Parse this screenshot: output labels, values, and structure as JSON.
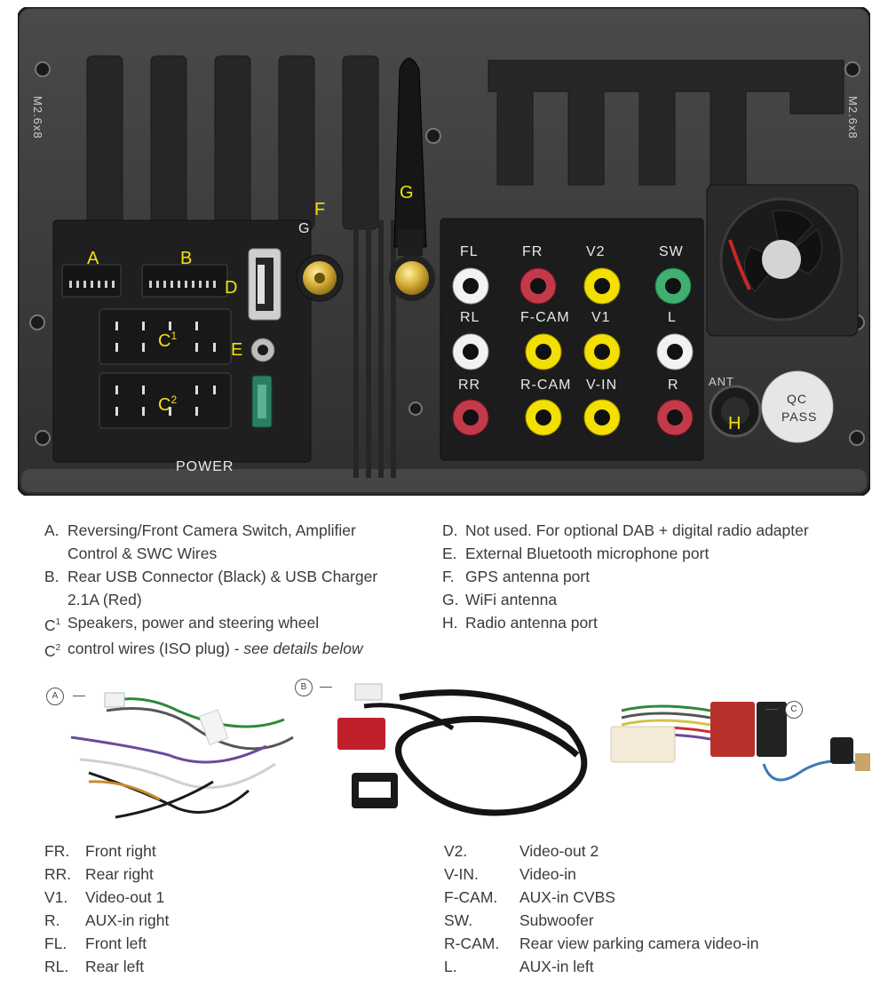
{
  "unit": {
    "port_letters": {
      "a": "A",
      "b": "B",
      "c1": "C",
      "c1_sup": "1",
      "c2": "C",
      "c2_sup": "2",
      "d": "D",
      "e": "E",
      "f": "F",
      "g": "G",
      "g_small": "G",
      "h": "H"
    },
    "rca_labels": {
      "fl": "FL",
      "fr": "FR",
      "v2": "V2",
      "sw": "SW",
      "rl": "RL",
      "fcam": "F-CAM",
      "v1": "V1",
      "l": "L",
      "rr": "RR",
      "rcam": "R-CAM",
      "vin": "V-IN",
      "r": "R"
    },
    "power_label": "POWER",
    "ant_label": "ANT",
    "qc_line1": "QC",
    "qc_line2": "PASS",
    "screw_text": "M2.6x8",
    "colors": {
      "body": "#3c3c3c",
      "letters": "#f2e20e",
      "gold": "#d8b23a",
      "rca_white": "#f2f2f2",
      "rca_red": "#c23a4a",
      "rca_yellow": "#f4e000",
      "rca_green": "#3fb070"
    }
  },
  "legend_left": [
    {
      "key": "A.",
      "text": "Reversing/Front Camera Switch, Amplifier"
    },
    {
      "key": "",
      "text": "Control & SWC Wires"
    },
    {
      "key": "B.",
      "text": "Rear USB Connector (Black) & USB Charger"
    },
    {
      "key": "",
      "text": "2.1A (Red)"
    },
    {
      "key": "C",
      "sup": "1",
      "text": "Speakers, power and steering wheel"
    },
    {
      "key": "C",
      "sup": "2",
      "text": "control wires (ISO plug) - ",
      "italic": "see details below"
    }
  ],
  "legend_right": [
    {
      "key": "D.",
      "text": "Not used.  For optional DAB + digital radio adapter"
    },
    {
      "key": "E.",
      "text": "External Bluetooth microphone port"
    },
    {
      "key": "F.",
      "text": "GPS antenna port"
    },
    {
      "key": "G.",
      "text": "WiFi antenna"
    },
    {
      "key": "H.",
      "text": "Radio antenna port"
    }
  ],
  "cable_tags": {
    "a": "A",
    "b": "B",
    "c": "C"
  },
  "abbr_left": [
    {
      "key": "FR.",
      "text": "Front right"
    },
    {
      "key": "RR.",
      "text": "Rear right"
    },
    {
      "key": "V1.",
      "text": "Video-out 1"
    },
    {
      "key": "R.",
      "text": "AUX-in right"
    },
    {
      "key": "FL.",
      "text": "Front left"
    },
    {
      "key": "RL.",
      "text": "Rear left"
    }
  ],
  "abbr_right": [
    {
      "key": "V2.",
      "text": "Video-out 2"
    },
    {
      "key": "V-IN.",
      "text": "Video-in"
    },
    {
      "key": "F-CAM.",
      "text": "AUX-in CVBS"
    },
    {
      "key": "SW.",
      "text": "Subwoofer"
    },
    {
      "key": "R-CAM.",
      "text": "Rear view parking camera video-in"
    },
    {
      "key": "L.",
      "text": "AUX-in left"
    }
  ]
}
